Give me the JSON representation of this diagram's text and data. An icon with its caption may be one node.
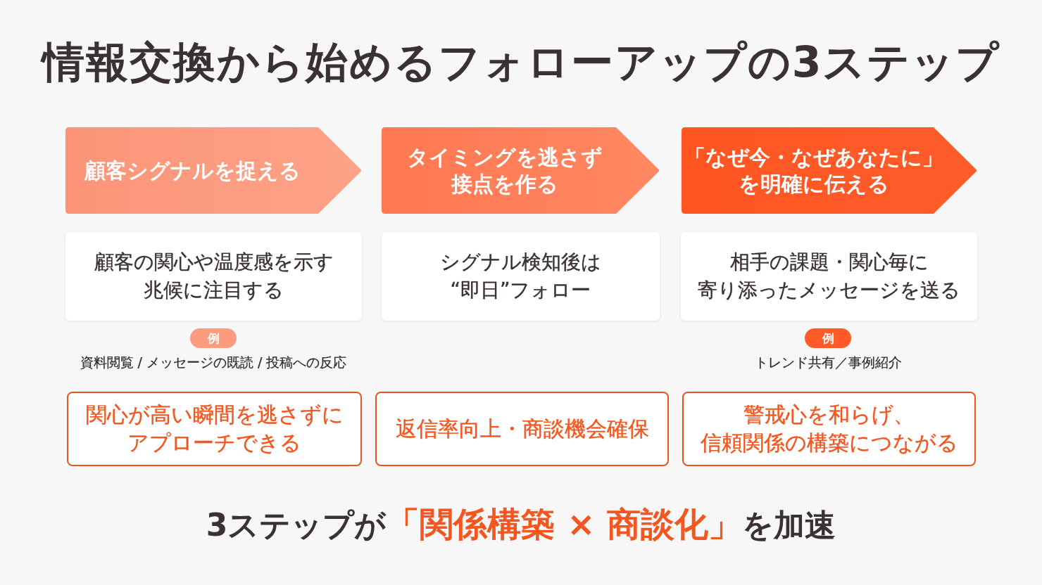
{
  "diagram": {
    "title": "情報交換から始めるフォローアップの3ステップ",
    "nodes": [
      {
        "text": [
          "顧客シグナルを捉える"
        ]
      },
      {
        "text": [
          "タイミングを逃さず接点を作る"
        ]
      },
      {
        "text": [
          "「なぜ今・なぜあなたに」を明確に伝える"
        ]
      },
      {
        "text": [
          "顧客の関心や温度感を示す兆候に注目する"
        ]
      },
      {
        "text": [
          "シグナル検知後は“即日”フォロー"
        ]
      },
      {
        "text": [
          "相手の課題・関心毎に寄り添ったメッセージを送る"
        ]
      },
      {
        "text": [
          "例"
        ],
        "beside": [
          "資料閲覧 / メッセージの既読 / 投稿への反応"
        ]
      },
      {
        "text": [
          "例"
        ],
        "beside": [
          "トレンド共有／事例紹介"
        ]
      },
      {
        "text": [
          "関心が高い瞬間を逃さずにアプローチできる"
        ]
      },
      {
        "text": [
          "返信率向上・商談機会確保"
        ]
      },
      {
        "text": [
          "警戒心を和らげ、信頼関係の構築につながる"
        ]
      }
    ],
    "caption": "3ステップが**「関係構築 × 商談化」**を加速"
  }
}
